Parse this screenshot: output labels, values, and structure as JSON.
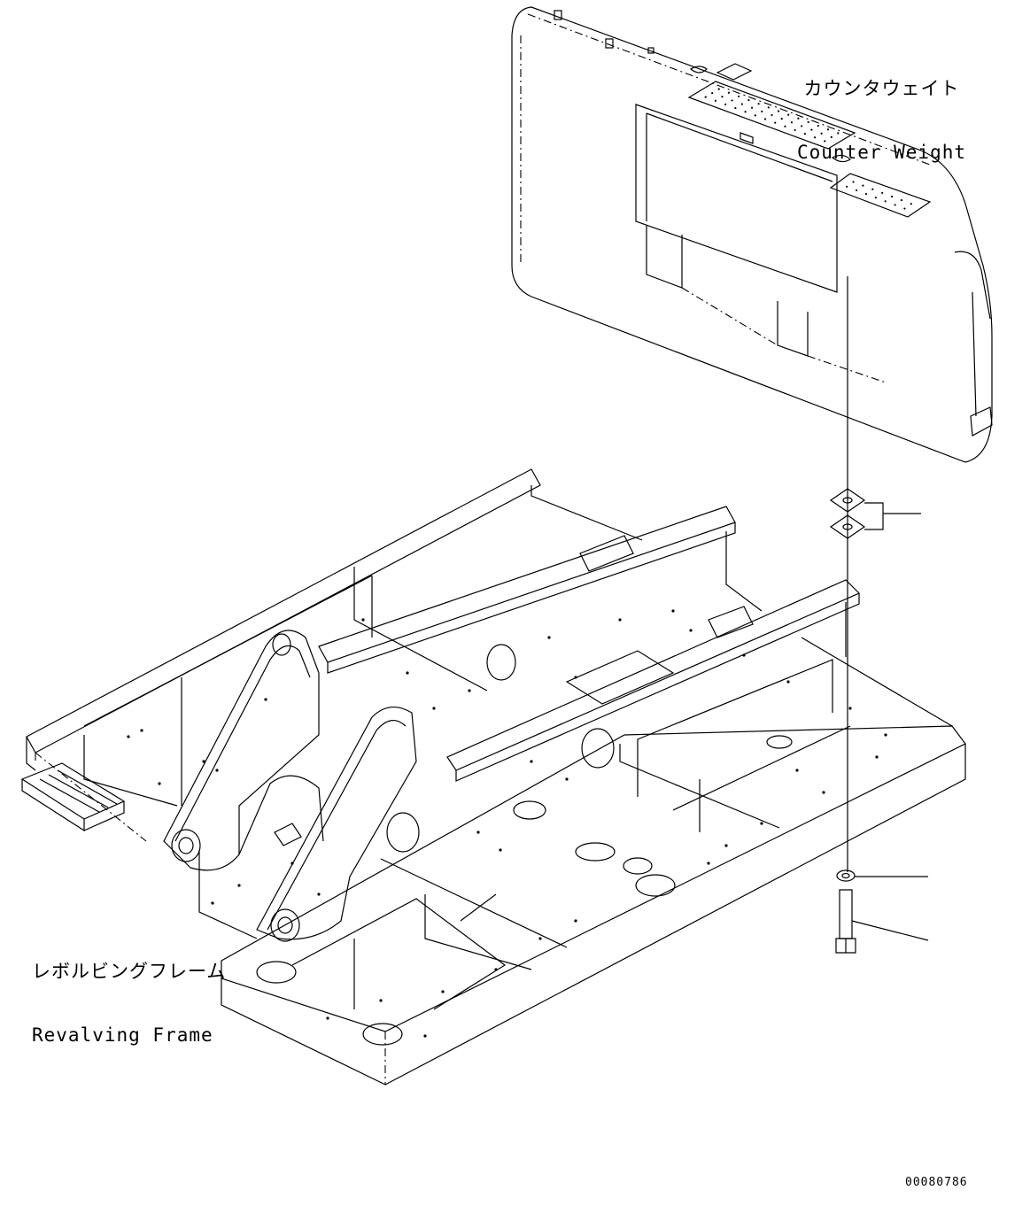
{
  "labels": {
    "counter_weight_jp": "カウンタウェイト",
    "counter_weight_en": "Counter Weight",
    "revolving_frame_jp": "レボルビングフレーム",
    "revolving_frame_en": "Revalving Frame"
  },
  "drawing_number": "00080786",
  "line_color": "#000000",
  "background_color": "#ffffff"
}
